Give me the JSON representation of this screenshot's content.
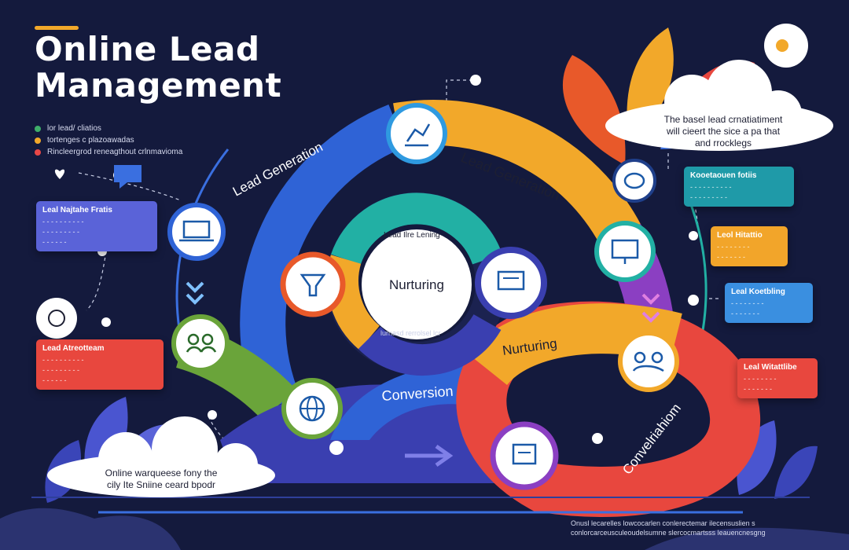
{
  "title": {
    "line1": "Online Lead",
    "line2": "Management"
  },
  "legend": [
    {
      "text": "lor lead/ cliatios",
      "color": "#3fae6a"
    },
    {
      "text": "tortenges c plazoawadas",
      "color": "#f2a82a"
    },
    {
      "text": "Rincleergrod reneagthout crlnmavioma",
      "color": "#e84747"
    }
  ],
  "ring_labels": {
    "outer_lead_generation_left": "Lead Generation",
    "outer_lead_generation_right": "Lead Generation",
    "inner_top": "Lead Ilre Lening",
    "center": "Nurturing",
    "inner_bottom": "lurnasd rerrolsel lcr",
    "lower_nurturing": "Nurturing",
    "lower_conversion": "Conversion",
    "right_conversion": "Convelriahiom"
  },
  "cards": {
    "left_blue": {
      "title": "Leal Najtahe Fratis",
      "lines": [
        "- - - - - - - - - -",
        "- - - - - - - - -",
        "- - - - - -"
      ],
      "color": "#5a63d8"
    },
    "left_red": {
      "title": "Lead Atreotteam",
      "lines": [
        "- - - - - - - - - -",
        "- - - - - - - - -",
        "- - - - - -"
      ],
      "color": "#e8473e"
    },
    "right_teal": {
      "title": "Kooetaouen fotiis",
      "lines": [
        "- - - - - - - - - -",
        "- - - - - - - - -"
      ],
      "color": "#1f9aa8"
    },
    "right_orange": {
      "title": "Leol Hitattio",
      "lines": [
        "- - - - - - - -",
        "- - - - - - -"
      ],
      "color": "#f2a52a"
    },
    "right_blue": {
      "title": "Leal Koetbling",
      "lines": [
        "- - - - - - - -",
        "- - - - - - -"
      ],
      "color": "#3a8fe0"
    },
    "right_red": {
      "title": "Leal Witattlibe",
      "lines": [
        "- - - - - - - -",
        "- - - - - - -"
      ],
      "color": "#e8473e"
    }
  },
  "clouds": {
    "top_right": "The basel lead crnatiatiment\nwill cieert the sice a pa that\nand rrocklegs",
    "bottom_left": "Online warqueese fony the\ncily Ite Sniine ceard bpodr"
  },
  "footer": {
    "lines": [
      "Onusl lecarelles lowcocarlen conlerectemar ilecensuslien s",
      "conlorcarceusculeoudelsumne slercocmartsss leauencnesgng"
    ]
  },
  "colors": {
    "background": "#141a3d",
    "blue": "#2f63d6",
    "orange": "#f2a82a",
    "teal": "#22b0a4",
    "green": "#6aa43a",
    "purple": "#8b3fc2",
    "red": "#e8473e"
  },
  "icons": [
    "growth-chart-icon",
    "laptop-icon",
    "people-icon",
    "globe-icon",
    "brain-icon",
    "monitor-icon",
    "funnel-icon",
    "team-icon",
    "presentation-icon",
    "chat-icon",
    "handshake-icon",
    "document-stack-icon"
  ]
}
